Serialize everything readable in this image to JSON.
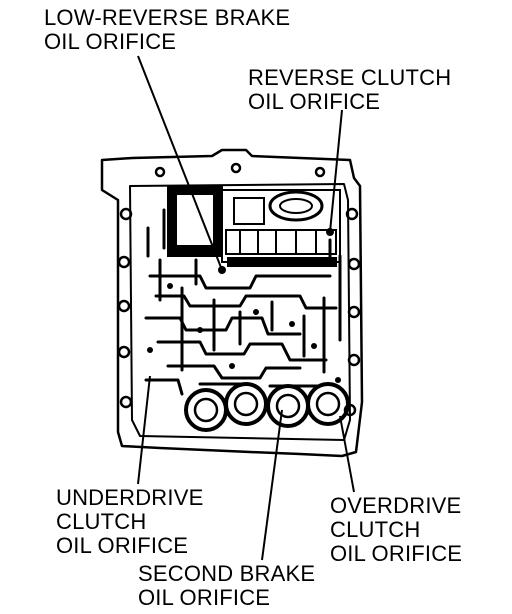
{
  "labels": {
    "low_reverse_brake": {
      "line1": "LOW-REVERSE BRAKE",
      "line2": "OIL ORIFICE"
    },
    "reverse_clutch": {
      "line1": "REVERSE CLUTCH",
      "line2": "OIL ORIFICE"
    },
    "underdrive_clutch": {
      "line1": "UNDERDRIVE",
      "line2": "CLUTCH",
      "line3": "OIL ORIFICE"
    },
    "overdrive_clutch": {
      "line1": "OVERDRIVE",
      "line2": "CLUTCH",
      "line3": "OIL ORIFICE"
    },
    "second_brake": {
      "line1": "SECOND BRAKE",
      "line2": "OIL ORIFICE"
    }
  },
  "colors": {
    "ink": "#000000",
    "paper": "#ffffff"
  }
}
